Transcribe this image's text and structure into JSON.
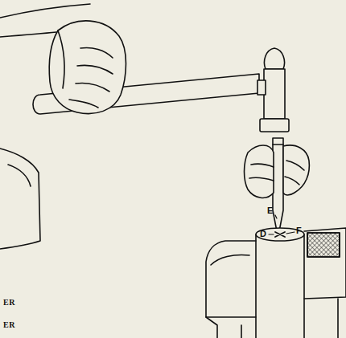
{
  "diagram": {
    "labels": [
      "E",
      "D",
      "F",
      "ER",
      "ER"
    ]
  }
}
